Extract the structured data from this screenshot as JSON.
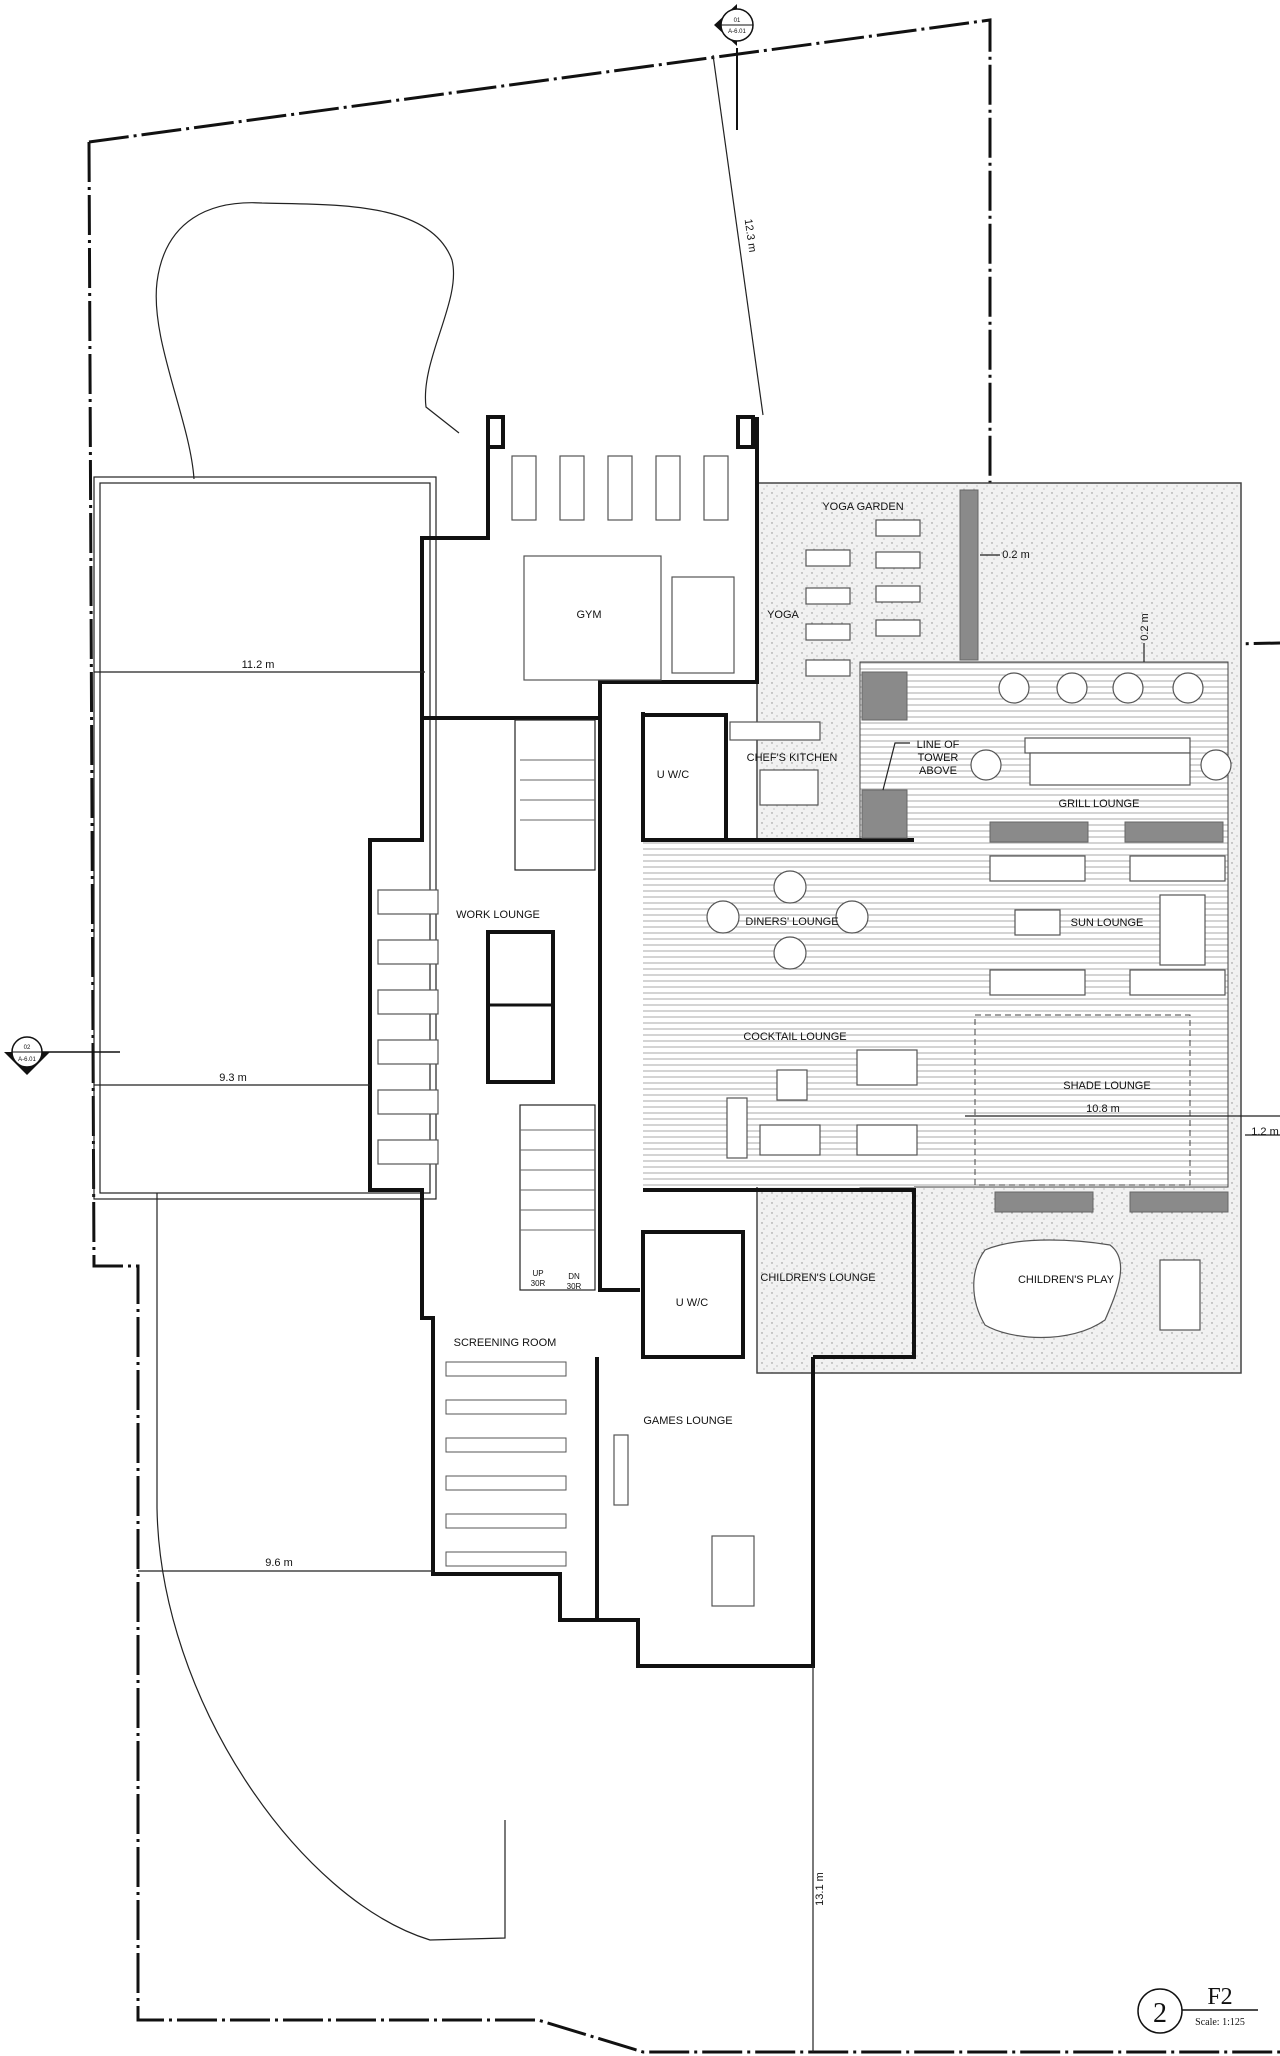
{
  "drawing": {
    "number": "2",
    "title": "F2",
    "scale": "Scale: 1:125"
  },
  "section_markers": [
    {
      "id": "01",
      "sheet": "A-6.01"
    },
    {
      "id": "02",
      "sheet": "A-6.01"
    }
  ],
  "rooms": {
    "gym": "GYM",
    "yoga": "YOGA",
    "yoga_garden": "YOGA GARDEN",
    "chefs_kitchen": "CHEF'S KITCHEN",
    "uwc_1": "U W/C",
    "grill_lounge": "GRILL LOUNGE",
    "work_lounge": "WORK LOUNGE",
    "diners_lounge": "DINERS' LOUNGE",
    "sun_lounge": "SUN LOUNGE",
    "cocktail_lounge": "COCKTAIL LOUNGE",
    "shade_lounge": "SHADE LOUNGE",
    "childrens_lounge": "CHILDREN'S LOUNGE",
    "childrens_play": "CHILDREN'S PLAY",
    "uwc_2": "U W/C",
    "screening_room": "SCREENING ROOM",
    "games_lounge": "GAMES LOUNGE"
  },
  "notes": {
    "tower_line": [
      "LINE OF",
      "TOWER",
      "ABOVE"
    ],
    "stair_up": [
      "UP",
      "30R"
    ],
    "stair_dn": [
      "DN",
      "30R"
    ]
  },
  "dimensions": {
    "north_setback": "12.3 m",
    "west_upper": "11.2 m",
    "west_middle": "9.3 m",
    "west_lower": "9.6 m",
    "south_setback": "13.1 m",
    "east_terrace": "10.8 m",
    "east_edge": "1.2 m",
    "yoga_garden_edge": "0.2 m",
    "grill_edge": "0.2 m"
  }
}
